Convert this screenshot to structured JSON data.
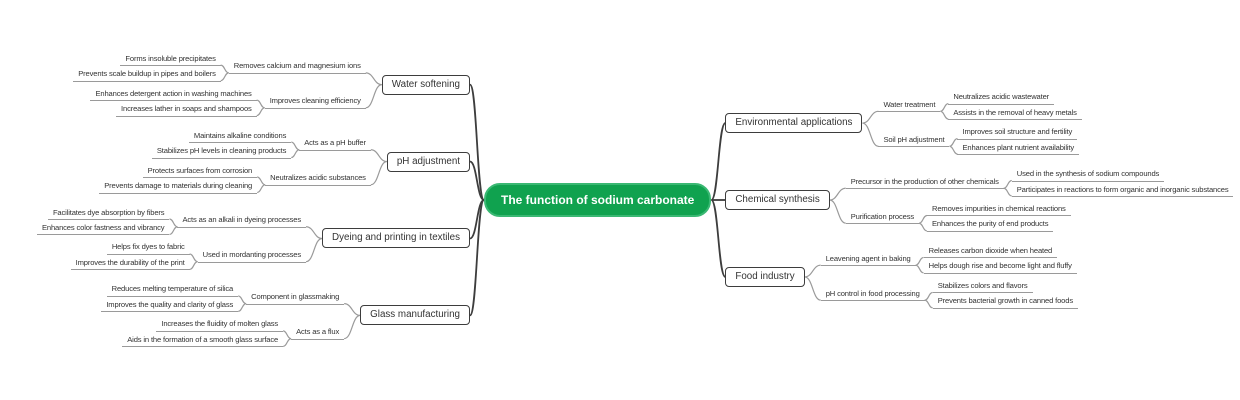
{
  "center": {
    "label": "The function of sodium carbonate"
  },
  "colors": {
    "center_bg": "#10a24f",
    "center_border": "#3ab873",
    "center_text": "#ffffff",
    "topic_border": "#3d3d3d",
    "label_text": "#333333",
    "line_primary": "#3d3d3d",
    "line_secondary": "#9a9a9a"
  },
  "left_branches": [
    {
      "label": "Water softening",
      "subs": [
        {
          "label": "Removes calcium and magnesium ions",
          "leaves": [
            "Forms insoluble precipitates",
            "Prevents scale buildup in pipes and boilers"
          ]
        },
        {
          "label": "Improves cleaning efficiency",
          "leaves": [
            "Enhances detergent action in washing machines",
            "Increases lather in soaps and shampoos"
          ]
        }
      ]
    },
    {
      "label": "pH adjustment",
      "subs": [
        {
          "label": "Acts as a pH buffer",
          "leaves": [
            "Maintains alkaline conditions",
            "Stabilizes pH levels in cleaning products"
          ]
        },
        {
          "label": "Neutralizes acidic substances",
          "leaves": [
            "Protects surfaces from corrosion",
            "Prevents damage to materials during cleaning"
          ]
        }
      ]
    },
    {
      "label": "Dyeing and printing in textiles",
      "subs": [
        {
          "label": "Acts as an alkali in dyeing processes",
          "leaves": [
            "Facilitates dye absorption by fibers",
            "Enhances color fastness and vibrancy"
          ]
        },
        {
          "label": "Used in mordanting processes",
          "leaves": [
            "Helps fix dyes to fabric",
            "Improves the durability of the print"
          ]
        }
      ]
    },
    {
      "label": "Glass manufacturing",
      "subs": [
        {
          "label": "Component in glassmaking",
          "leaves": [
            "Reduces melting temperature of silica",
            "Improves the quality and clarity of glass"
          ]
        },
        {
          "label": "Acts as a flux",
          "leaves": [
            "Increases the fluidity of molten glass",
            "Aids in the formation of a smooth glass surface"
          ]
        }
      ]
    }
  ],
  "right_branches": [
    {
      "label": "Environmental applications",
      "subs": [
        {
          "label": "Water treatment",
          "leaves": [
            "Neutralizes acidic wastewater",
            "Assists in the removal of heavy metals"
          ]
        },
        {
          "label": "Soil pH adjustment",
          "leaves": [
            "Improves soil structure and fertility",
            "Enhances plant nutrient availability"
          ]
        }
      ]
    },
    {
      "label": "Chemical synthesis",
      "subs": [
        {
          "label": "Precursor in the production of other chemicals",
          "leaves": [
            "Used in the synthesis of sodium compounds",
            "Participates in reactions to form organic and inorganic substances"
          ]
        },
        {
          "label": "Purification process",
          "leaves": [
            "Removes impurities in chemical reactions",
            "Enhances the purity of end products"
          ]
        }
      ]
    },
    {
      "label": "Food industry",
      "subs": [
        {
          "label": "Leavening agent in baking",
          "leaves": [
            "Releases carbon dioxide when heated",
            "Helps dough rise and become light and fluffy"
          ]
        },
        {
          "label": "pH control in food processing",
          "leaves": [
            "Stabilizes colors and flavors",
            "Prevents bacterial growth in canned foods"
          ]
        }
      ]
    }
  ]
}
